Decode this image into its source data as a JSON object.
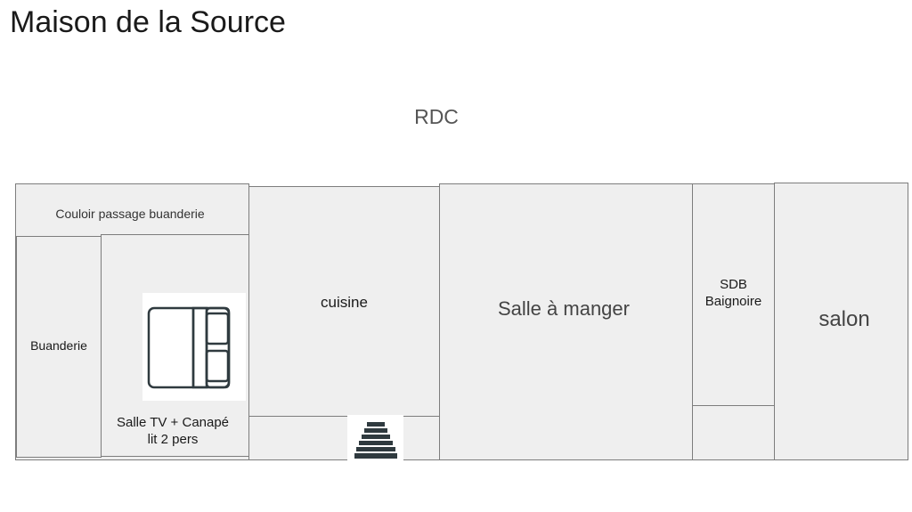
{
  "header": {
    "title": "Maison de la Source"
  },
  "floor": {
    "label": "RDC"
  },
  "rooms": {
    "couloir": "Couloir passage buanderie",
    "buanderie": "Buanderie",
    "salle_tv_line1": "Salle TV + Canapé",
    "salle_tv_line2": "lit 2 pers",
    "cuisine": "cuisine",
    "salle_a_manger": "Salle à manger",
    "sdb_line1": "SDB",
    "sdb_line2": "Baignoire",
    "salon": "salon"
  },
  "icons": {
    "sofa_bed": "sofa-bed-icon",
    "stairs": "stairs-icon"
  },
  "colors": {
    "room_fill": "#efefef",
    "wall": "#7d7d7d",
    "icon": "#2f3a3f"
  }
}
